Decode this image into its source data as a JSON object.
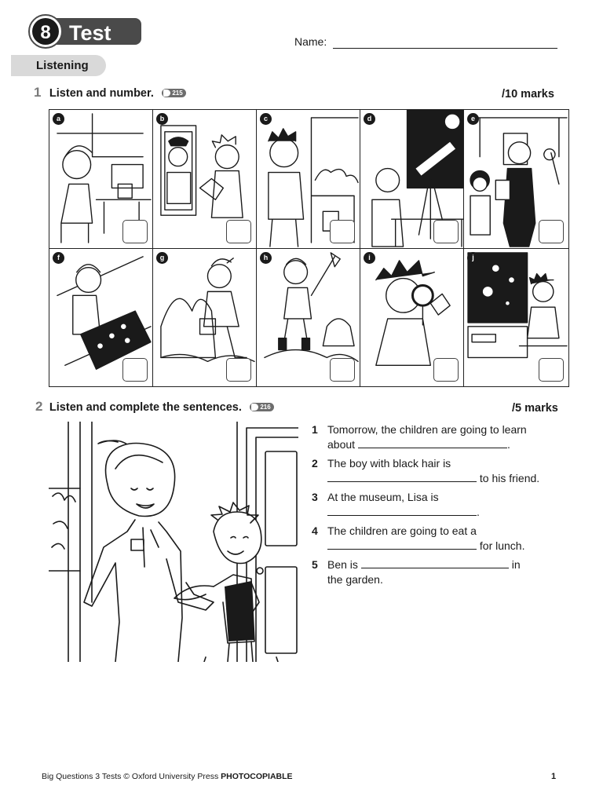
{
  "header": {
    "test_number": "8",
    "test_word": "Test",
    "name_label": "Name:",
    "section_tab": "Listening"
  },
  "exercise1": {
    "number": "1",
    "title": "Listen and number.",
    "track": "215",
    "marks": "/10 marks",
    "pictures": [
      "a",
      "b",
      "c",
      "d",
      "e",
      "f",
      "g",
      "h",
      "i",
      "j"
    ]
  },
  "exercise2": {
    "number": "2",
    "title": "Listen and complete the sentences.",
    "track": "216",
    "marks": "/5 marks",
    "sentences": [
      {
        "num": "1",
        "line1": "Tomorrow, the children are going to learn",
        "before": "about",
        "after": "."
      },
      {
        "num": "2",
        "line1": "The boy with black hair is",
        "before": "",
        "after": "to his friend."
      },
      {
        "num": "3",
        "line1": "At the museum, Lisa is",
        "before": "",
        "after": "."
      },
      {
        "num": "4",
        "line1": "The children are going to eat a",
        "before": "",
        "after": "for lunch."
      },
      {
        "num": "5",
        "line1": "Ben is",
        "before": "",
        "after": "in",
        "line2": "the garden."
      }
    ]
  },
  "footer": {
    "text": "Big Questions 3 Tests © Oxford University Press",
    "photocopiable": "PHOTOCOPIABLE",
    "page": "1"
  }
}
